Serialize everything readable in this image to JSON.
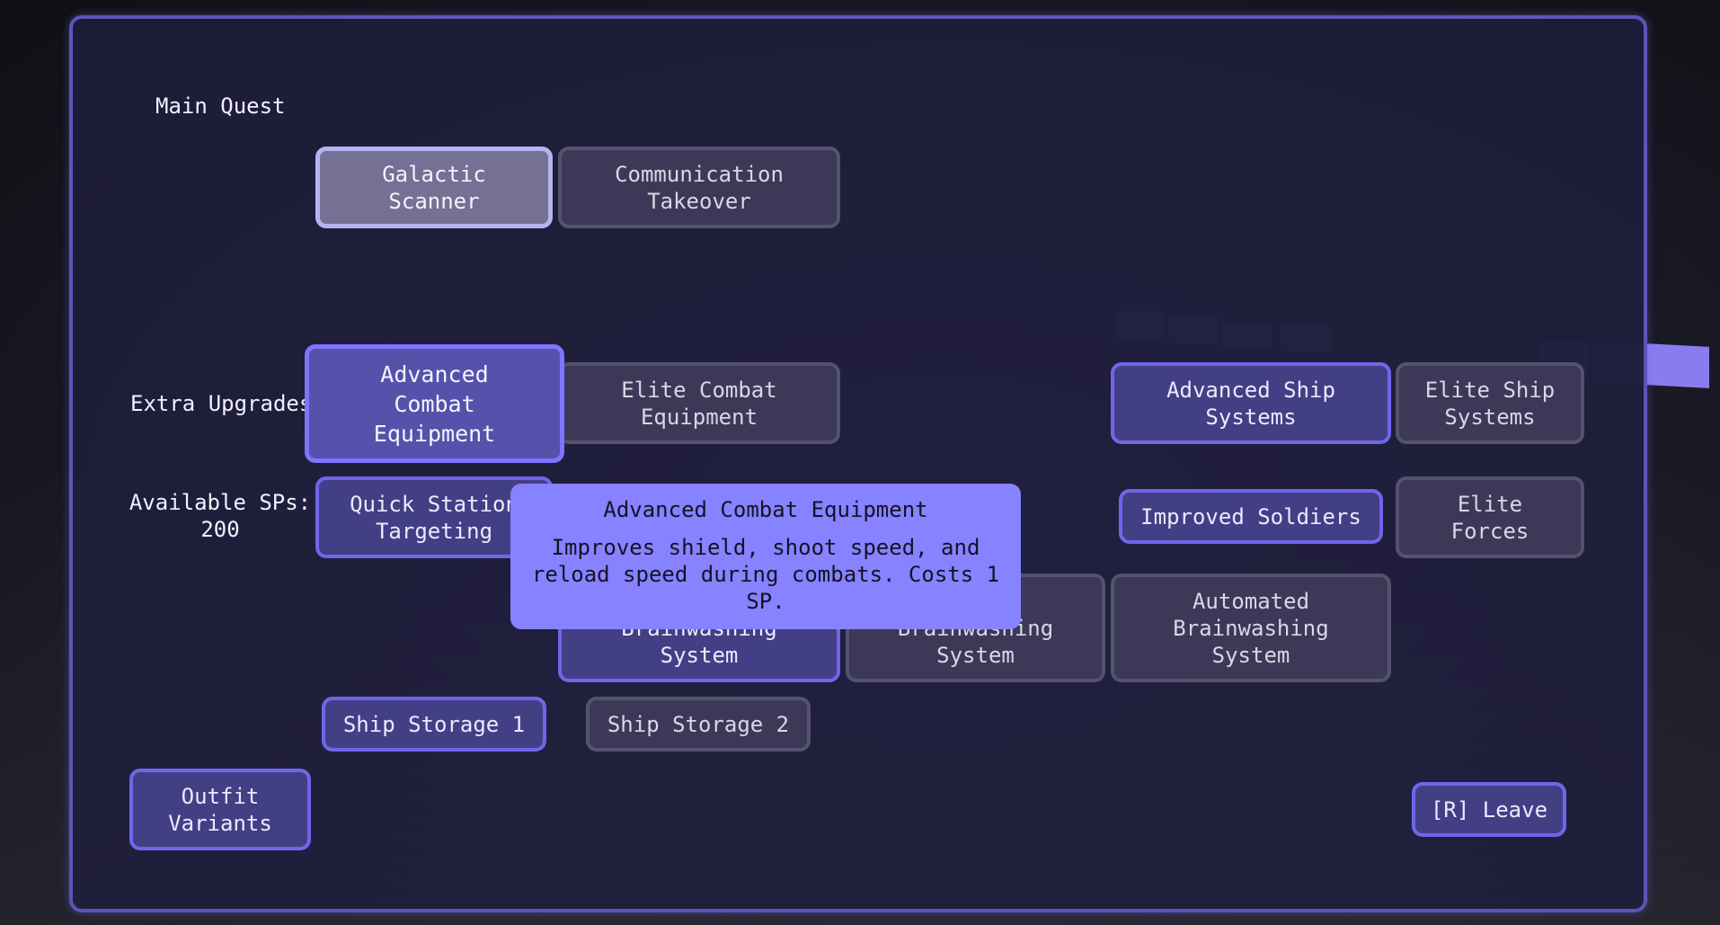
{
  "sections": {
    "main_quest": "Main Quest",
    "extra_upgrades": "Extra Upgrades",
    "available_sps_label": "Available SPs:",
    "available_sps_value": "200"
  },
  "nodes": {
    "galactic_scanner": "Galactic\nScanner",
    "communication_takeover": "Communication\nTakeover",
    "advanced_combat_equipment": "Advanced\nCombat\nEquipment",
    "elite_combat_equipment": "Elite Combat\nEquipment",
    "advanced_ship_systems": "Advanced Ship\nSystems",
    "elite_ship_systems": "Elite Ship\nSystems",
    "quick_station_targeting": "Quick Station\nTargeting",
    "improved_soldiers": "Improved Soldiers",
    "elite_forces": "Elite\nForces",
    "brainwashing_system_1": "Brainwashing\nSystem",
    "brainwashing_system_2": "Brainwashing\nSystem",
    "automated_brainwashing_system": "Automated\nBrainwashing\nSystem",
    "ship_storage_1": "Ship Storage 1",
    "ship_storage_2": "Ship Storage 2",
    "outfit_variants": "Outfit\nVariants",
    "leave": "[R] Leave"
  },
  "tooltip": {
    "title": "Advanced Combat Equipment",
    "description": "Improves shield, shoot speed, and reload speed during combats. Costs 1 SP."
  },
  "colors": {
    "panel_border": "#5c55b8",
    "owned_border": "#6f66ea",
    "tooltip_bg": "#8782ff"
  }
}
